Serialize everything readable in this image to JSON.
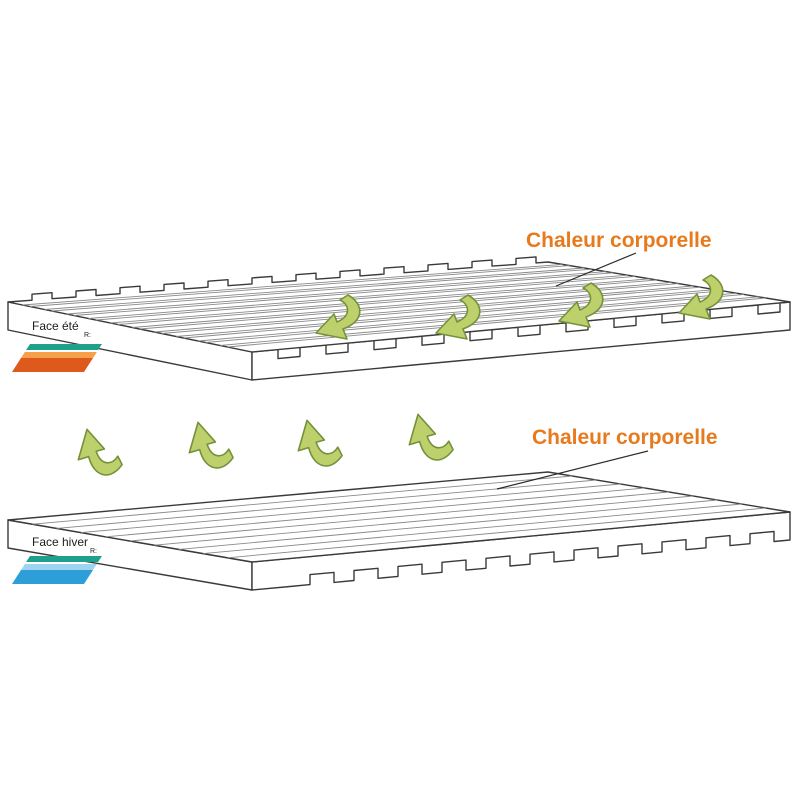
{
  "summer": {
    "heat_label": "Chaleur corporelle",
    "face_label": "Face été",
    "face_sub": "R:"
  },
  "winter": {
    "heat_label": "Chaleur corporelle",
    "face_label": "Face hiver",
    "face_sub": "R:"
  },
  "colors": {
    "heat_label": "#e87a1e",
    "arrow_fill": "#bdd06c",
    "arrow_stroke": "#74923b",
    "slab_outline": "#3a3a3a",
    "ridge_line": "#8a8a8a",
    "icon_accent_teal": "#1fa08c",
    "summer_icon_light": "#f6a04a",
    "summer_icon_dark": "#dd5a1c",
    "winter_icon_light": "#9fd4f0",
    "winter_icon_dark": "#2e9ed8"
  }
}
